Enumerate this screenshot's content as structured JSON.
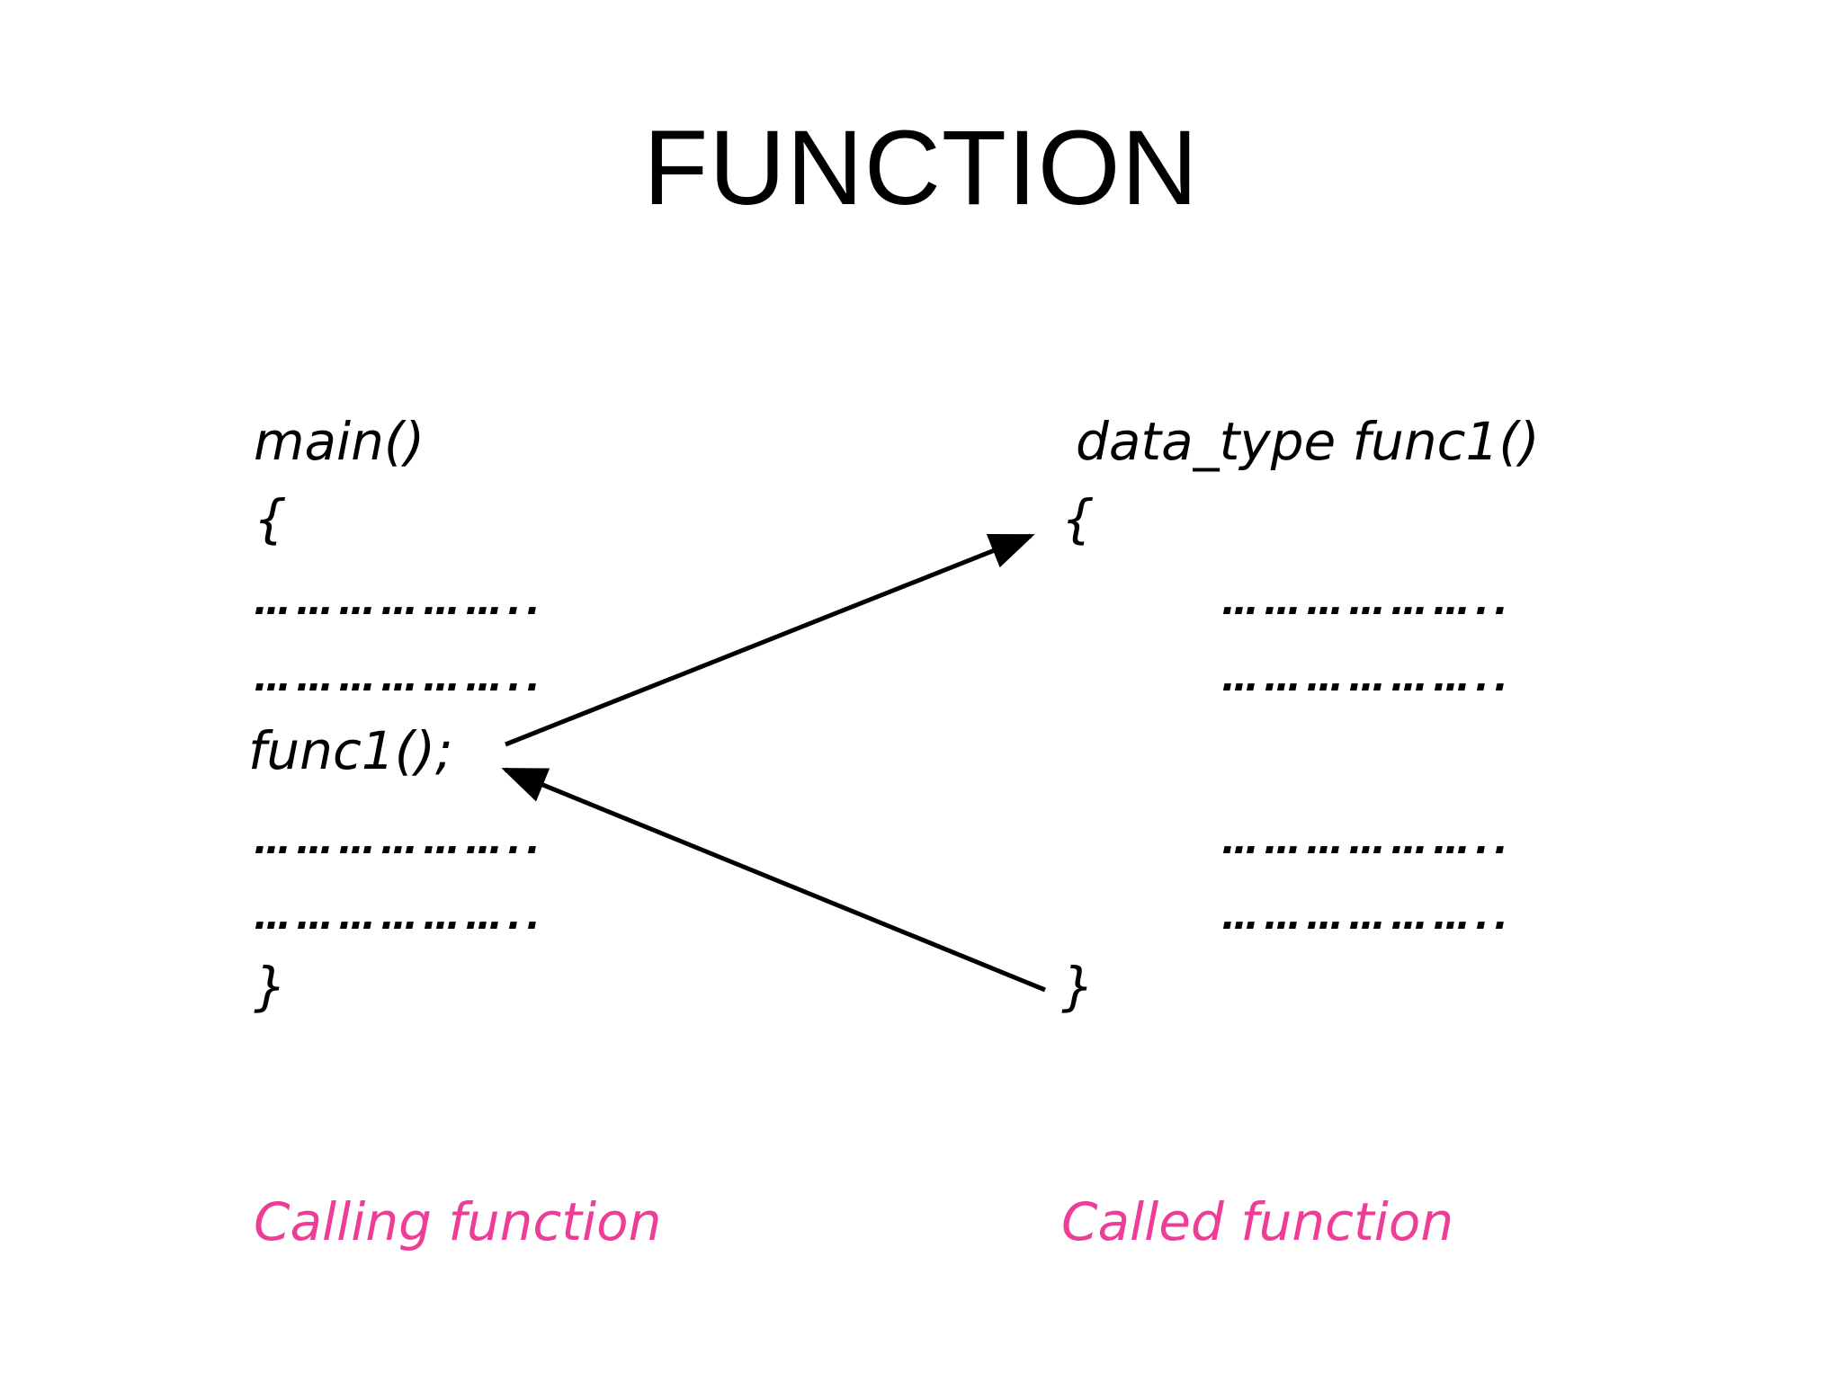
{
  "title": "FUNCTION",
  "calling": {
    "header": "main()",
    "open_brace": "{",
    "dots_1": "………………..",
    "dots_2": "………………..",
    "call": "func1();",
    "dots_3": "………………..",
    "dots_4": "………………..",
    "close_brace": "}",
    "caption": "Calling function"
  },
  "called": {
    "header": "data_type func1()",
    "open_brace": "{",
    "dots_1": "………………..",
    "dots_2": "………………..",
    "dots_3": "………………..",
    "dots_4": "………………..",
    "close_brace": "}",
    "caption": "Called function"
  },
  "colors": {
    "caption": "#ee3d96",
    "text": "#000000",
    "arrow": "#000000"
  }
}
